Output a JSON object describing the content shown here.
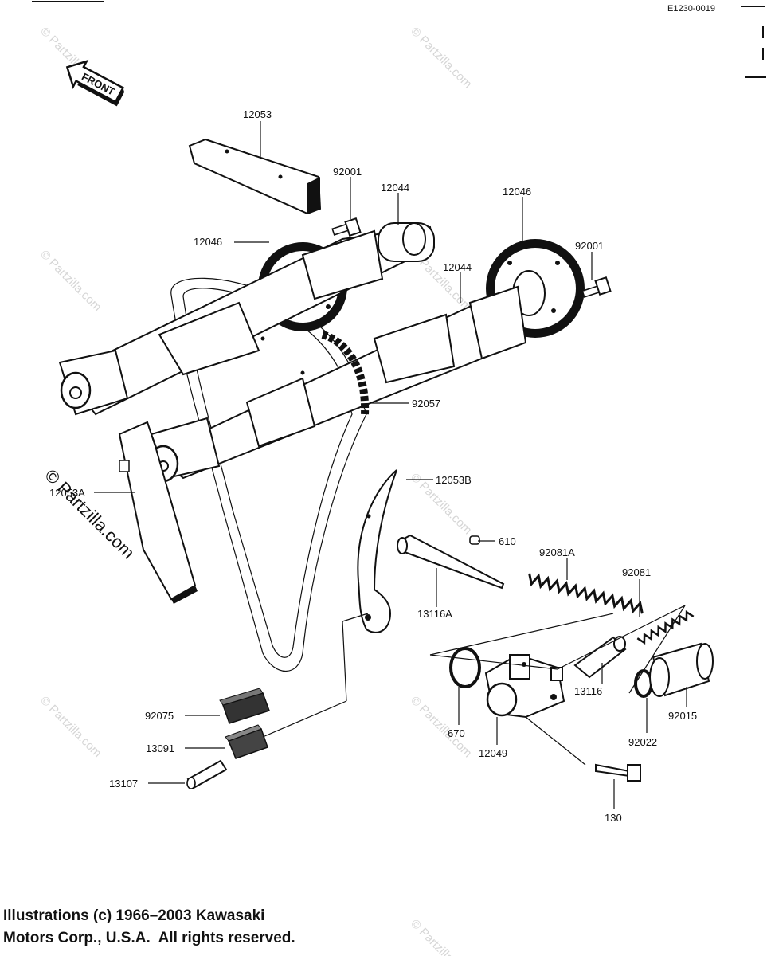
{
  "header": {
    "ref_code": "E1230-0019"
  },
  "front_arrow": {
    "label": "FRONT"
  },
  "watermark": {
    "text": "© Partzilla.com"
  },
  "parts": {
    "p12053": "12053",
    "p92001_a": "92001",
    "p12044_a": "12044",
    "p12046_a": "12046",
    "p12046_b": "12046",
    "p92001_b": "92001",
    "p12044_b": "12044",
    "p92057": "92057",
    "p12053A": "12053A",
    "p12053B": "12053B",
    "p610": "610",
    "p92081A": "92081A",
    "p13116A": "13116A",
    "p92081": "92081",
    "p670": "670",
    "p13116": "13116",
    "p92075": "92075",
    "p12049": "12049",
    "p92022": "92022",
    "p92015": "92015",
    "p13091": "13091",
    "p13107": "13107",
    "p130": "130"
  },
  "copyright": {
    "line1": "Illustrations (c) 1966–2003 Kawasaki",
    "line2": "Motors Corp., U.S.A.  All rights reserved."
  }
}
